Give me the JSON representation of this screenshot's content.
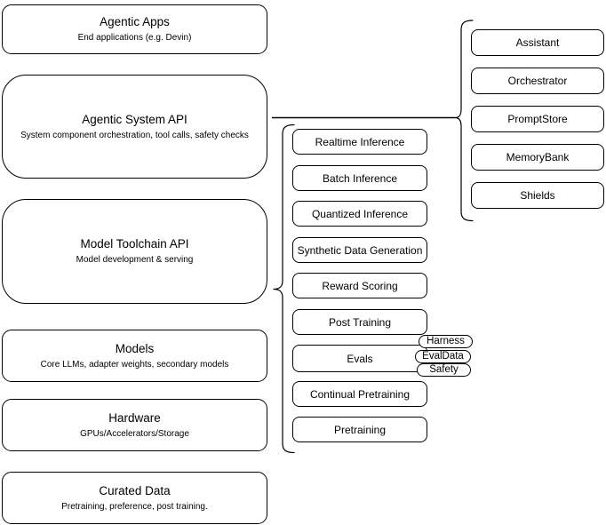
{
  "colors": {
    "stroke": "#000000",
    "node_fill": "#ffffff",
    "text": "#000000",
    "background": "#ffffff"
  },
  "stack_layers": [
    {
      "title": "Agentic Apps",
      "subtitle": "End applications (e.g. Devin)"
    },
    {
      "title": "Agentic System API",
      "subtitle": "System component orchestration, tool calls, safety checks"
    },
    {
      "title": "Model Toolchain API",
      "subtitle": "Model development & serving"
    },
    {
      "title": "Models",
      "subtitle": "Core LLMs, adapter weights, secondary models"
    },
    {
      "title": "Hardware",
      "subtitle": "GPUs/Accelerators/Storage"
    },
    {
      "title": "Curated Data",
      "subtitle": "Pretraining, preference, post training."
    }
  ],
  "toolchain_services": [
    "Realtime Inference",
    "Batch Inference",
    "Quantized Inference",
    "Synthetic Data Generation",
    "Reward Scoring",
    "Post Training",
    "Evals",
    "Continual Pretraining",
    "Pretraining"
  ],
  "evals_tags": [
    "Harness",
    "EvalData",
    "Safety"
  ],
  "system_components": [
    "Assistant",
    "Orchestrator",
    "PromptStore",
    "MemoryBank",
    "Shields"
  ]
}
